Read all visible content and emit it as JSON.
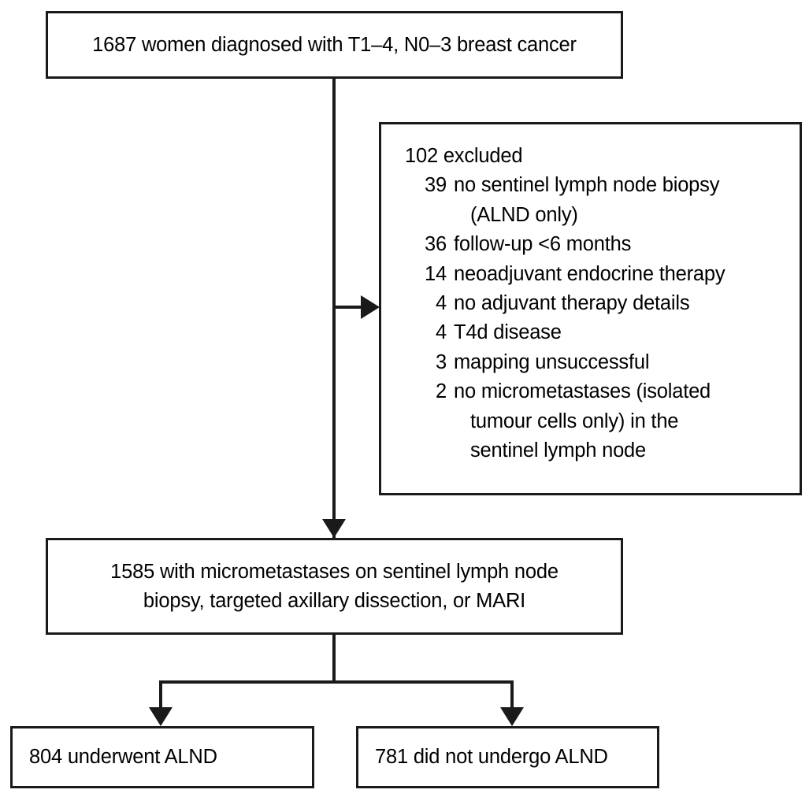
{
  "figure": {
    "type": "study-flow-diagram",
    "title": "",
    "colors": {
      "line": "#1a1a1a",
      "box_border": "#1a1a1a",
      "background": "#ffffff",
      "text": "#000000"
    }
  },
  "nodes": {
    "enrolled": {
      "count": "1687",
      "text": "1687 women diagnosed with T1–4, N0–3 breast cancer"
    },
    "excluded": {
      "count": "102",
      "header": "102 excluded",
      "reasons": [
        {
          "count": "39",
          "label": "no sentinel lymph node biopsy",
          "continuation": "(ALND only)"
        },
        {
          "count": "36",
          "label": "follow-up <6 months",
          "continuation": ""
        },
        {
          "count": "14",
          "label": "neoadjuvant endocrine therapy",
          "continuation": ""
        },
        {
          "count": "4",
          "label": "no adjuvant therapy details",
          "continuation": ""
        },
        {
          "count": "4",
          "label": "T4d disease",
          "continuation": ""
        },
        {
          "count": "3",
          "label": "mapping unsuccessful",
          "continuation": ""
        },
        {
          "count": "2",
          "label": "no micrometastases (isolated",
          "continuation": "tumour cells only) in the\nsentinel lymph node"
        }
      ]
    },
    "included": {
      "count": "1585",
      "text": "1585 with micrometastases on sentinel lymph node\nbiopsy, targeted axillary dissection, or MARI"
    },
    "arm_alnd": {
      "count": "804",
      "text": "804 underwent ALND"
    },
    "arm_no_alnd": {
      "count": "781",
      "text": "781 did not undergo ALND"
    }
  },
  "connectors": [
    {
      "name": "enrolled-to-included",
      "from": "enrolled",
      "to": "included",
      "direction": "down"
    },
    {
      "name": "enrolled-to-excluded",
      "from": "enrolled",
      "to": "excluded",
      "direction": "right"
    },
    {
      "name": "included-to-alnd",
      "from": "included",
      "to": "arm_alnd",
      "direction": "down"
    },
    {
      "name": "included-to-no-alnd",
      "from": "included",
      "to": "arm_no_alnd",
      "direction": "down"
    }
  ]
}
